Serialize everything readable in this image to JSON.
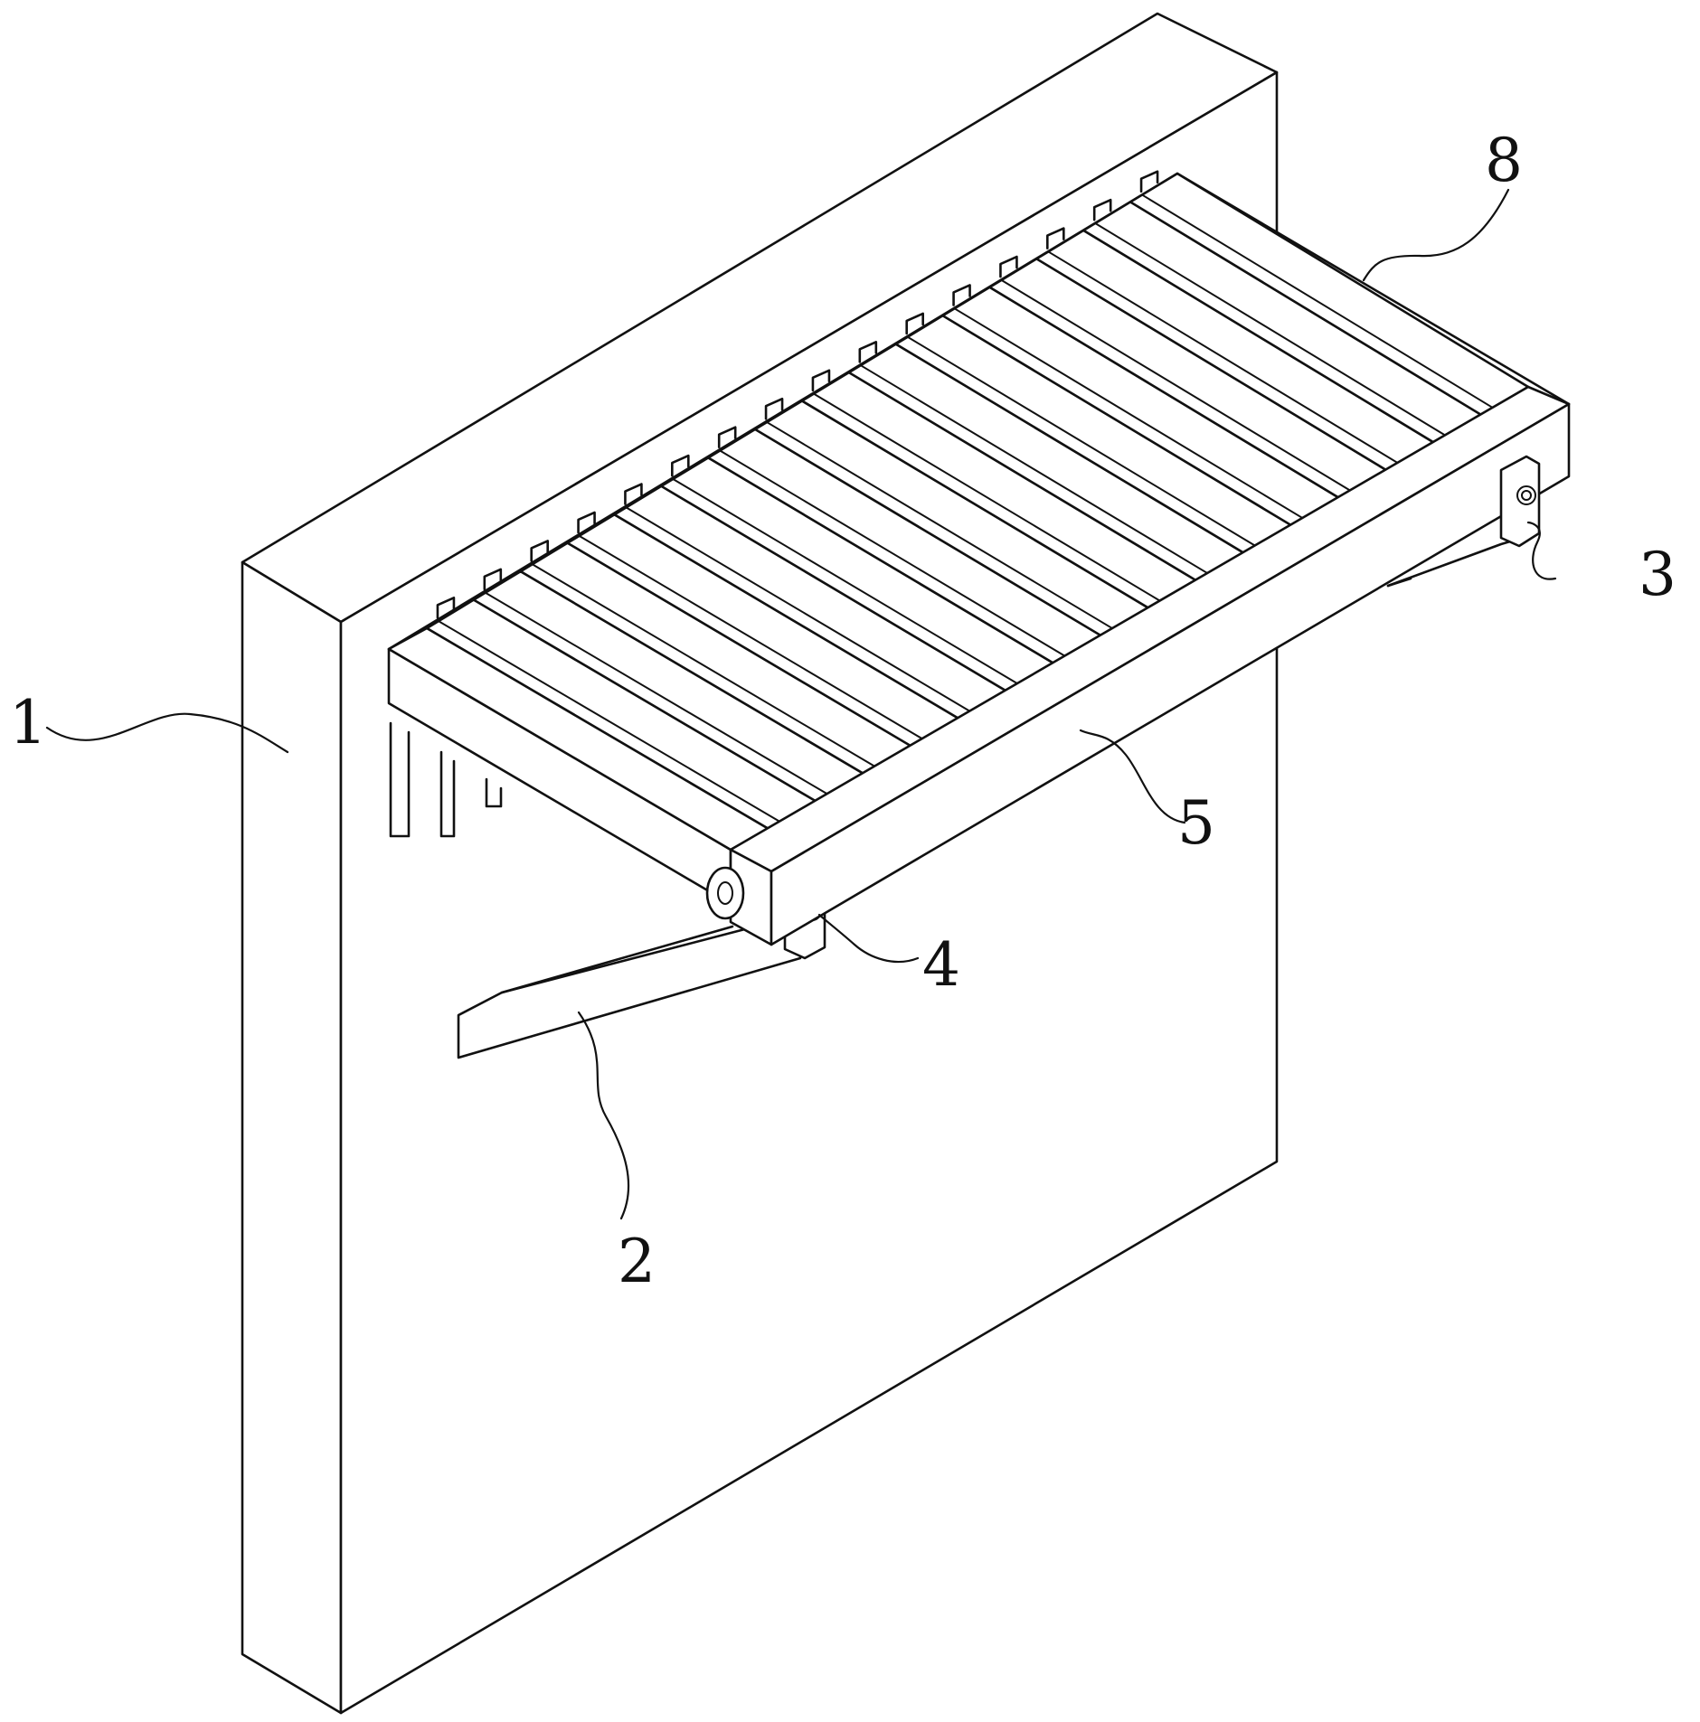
{
  "colors": {
    "line": "#111111",
    "background": "#ffffff"
  },
  "labels": [
    {
      "id": "1",
      "text": "1"
    },
    {
      "id": "2",
      "text": "2"
    },
    {
      "id": "3",
      "text": "3"
    },
    {
      "id": "4",
      "text": "4"
    },
    {
      "id": "5",
      "text": "5"
    },
    {
      "id": "8",
      "text": "8"
    }
  ]
}
